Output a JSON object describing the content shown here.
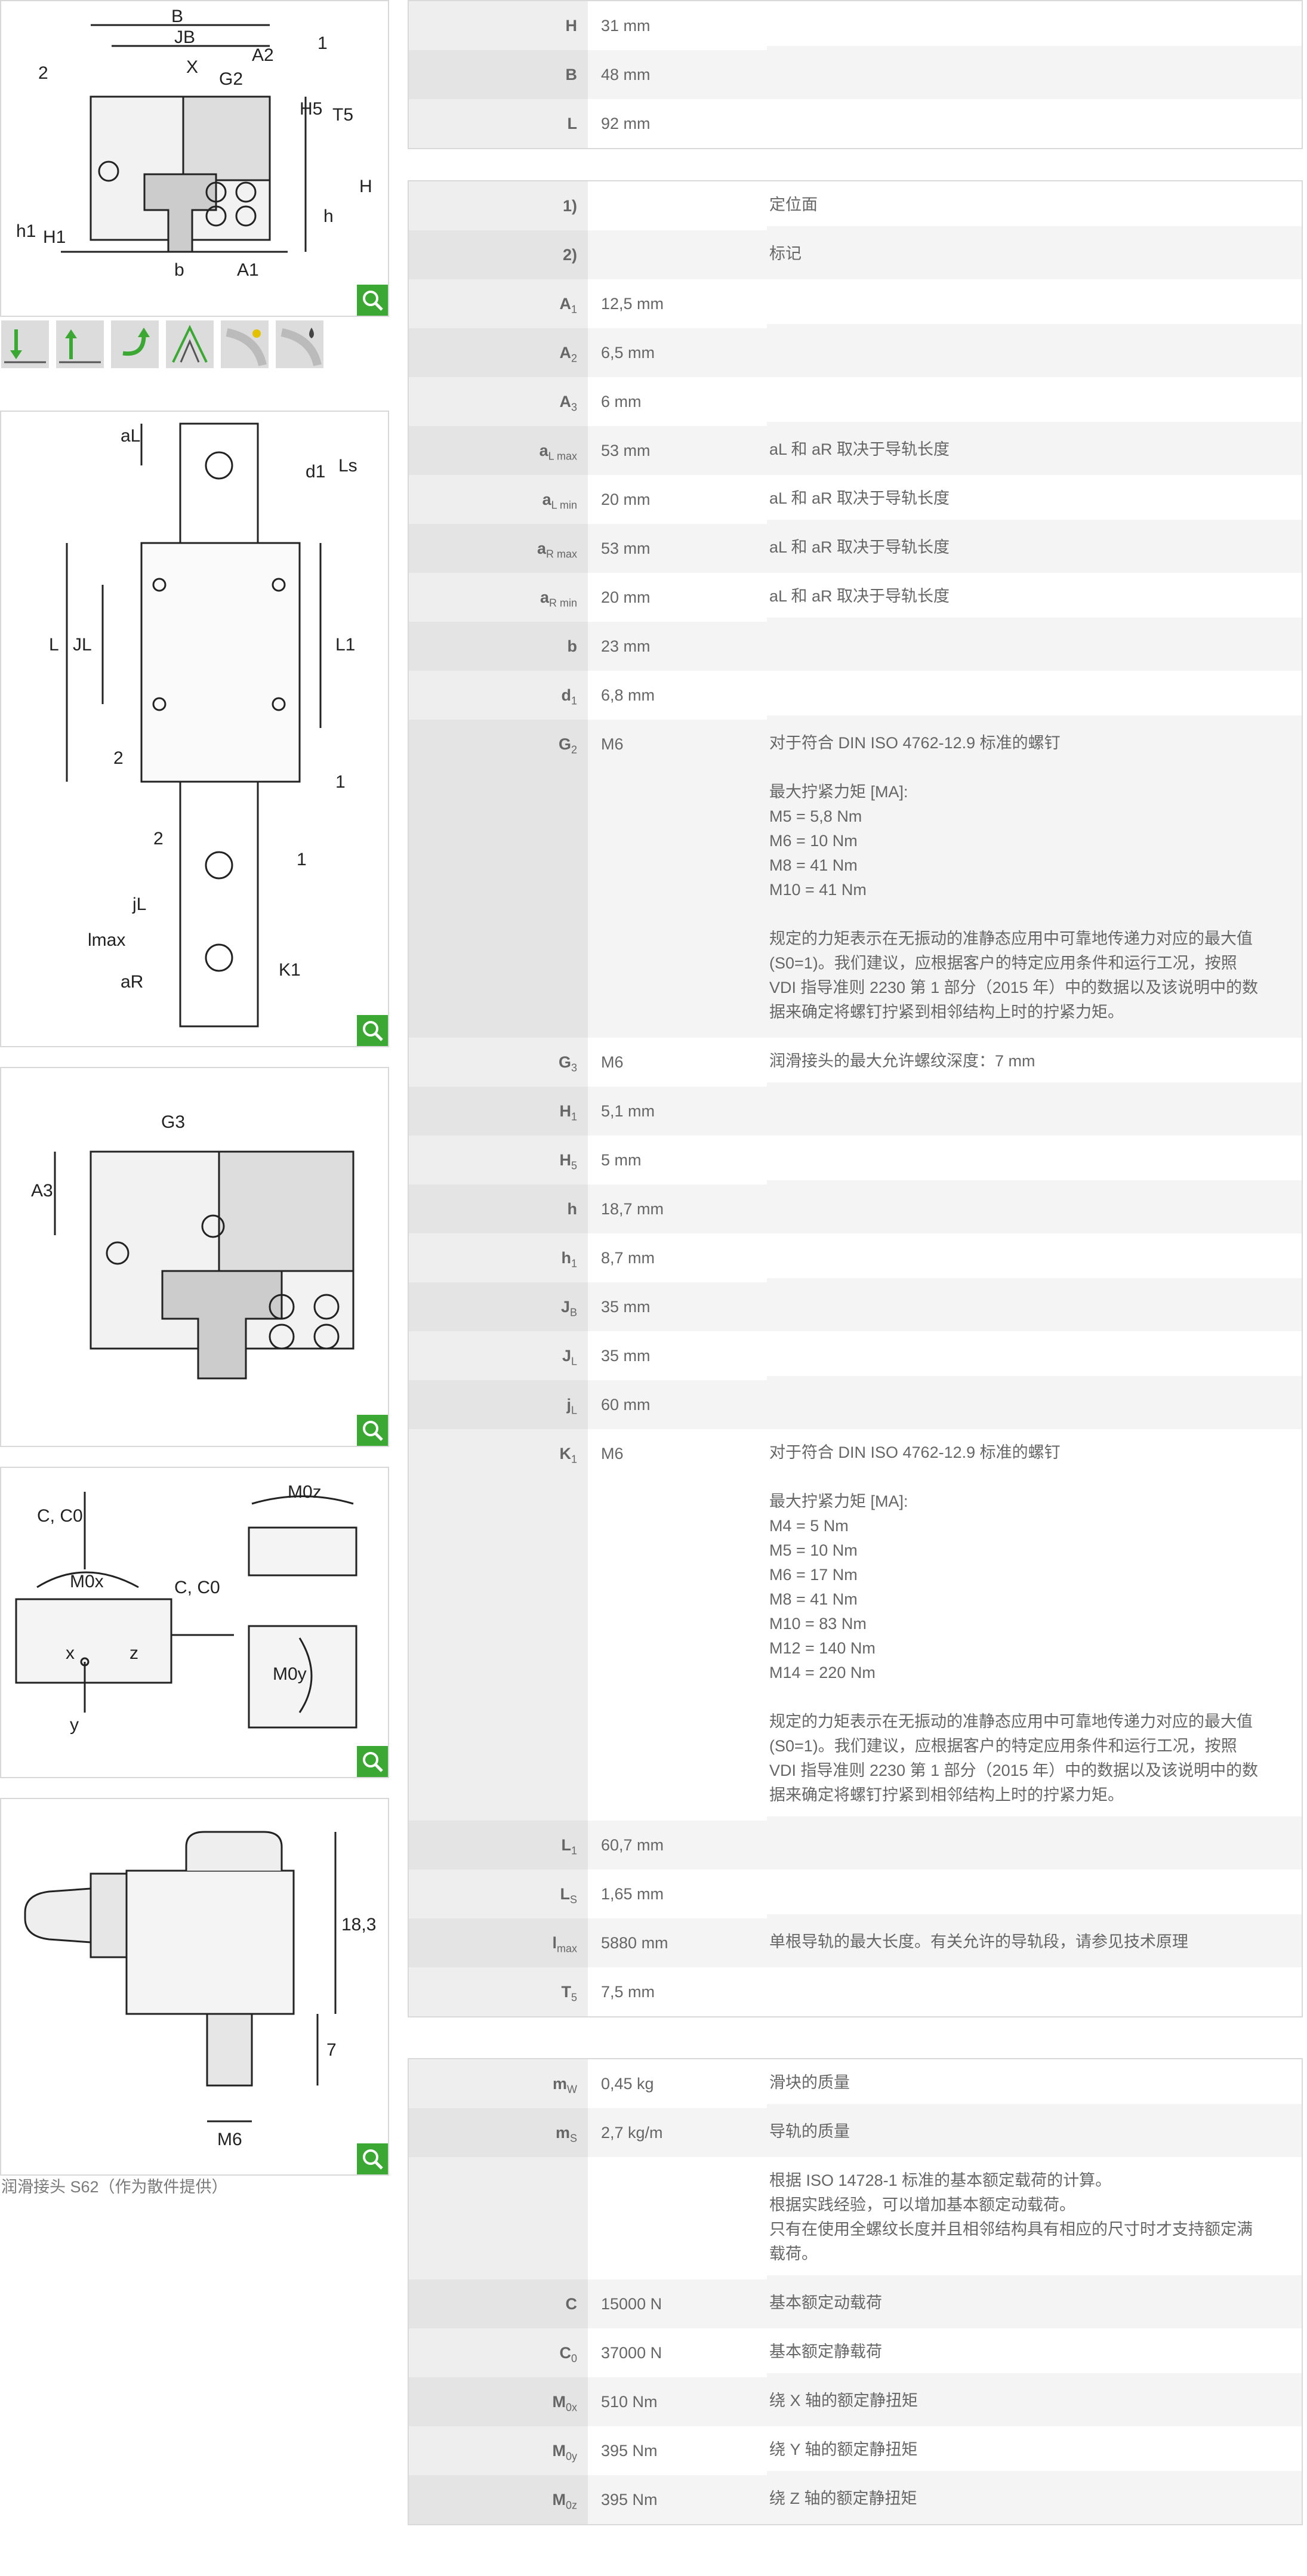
{
  "caption": "润滑接头 S62（作为散件提供）",
  "figures": {
    "f1": {
      "labels": [
        "B",
        "JB",
        "X",
        "G2",
        "A2",
        "1",
        "2",
        "H5",
        "T5",
        "H",
        "h",
        "h1",
        "H1",
        "b",
        "A1"
      ]
    },
    "f2": {
      "labels": [
        "aL",
        "d1",
        "Ls",
        "L",
        "JL",
        "L1",
        "2",
        "1",
        "2",
        "1",
        "jL",
        "lmax",
        "K1",
        "aR"
      ]
    },
    "f3": {
      "labels": [
        "G3",
        "A3"
      ]
    },
    "f4": {
      "labels": [
        "C, C0",
        "M0x",
        "C, C0",
        "M0z",
        "M0y",
        "x",
        "z",
        "y"
      ]
    },
    "f5": {
      "labels": [
        "18,3",
        "7",
        "M6"
      ]
    }
  },
  "icons": [
    "radial-load-down-icon",
    "radial-load-up-icon",
    "moment-load-icon",
    "rigidity-icon",
    "ball-rolling-element-icon",
    "lubrication-icon"
  ],
  "table1": [
    {
      "k": "H",
      "v": "31  mm",
      "d": ""
    },
    {
      "k": "B",
      "v": "48  mm",
      "d": ""
    },
    {
      "k": "L",
      "v": "92  mm",
      "d": ""
    }
  ],
  "table2": [
    {
      "k": "1)",
      "v": "",
      "d": "定位面"
    },
    {
      "k": "2)",
      "v": "",
      "d": "标记"
    },
    {
      "k": "A",
      "s": "1",
      "v": "12,5  mm",
      "d": ""
    },
    {
      "k": "A",
      "s": "2",
      "v": "6,5  mm",
      "d": ""
    },
    {
      "k": "A",
      "s": "3",
      "v": "6  mm",
      "d": ""
    },
    {
      "k": "a",
      "s": "L max",
      "v": "53  mm",
      "d": "aL 和 aR 取决于导轨长度"
    },
    {
      "k": "a",
      "s": "L min",
      "v": "20  mm",
      "d": "aL 和 aR 取决于导轨长度"
    },
    {
      "k": "a",
      "s": "R max",
      "v": "53  mm",
      "d": "aL 和 aR 取决于导轨长度"
    },
    {
      "k": "a",
      "s": "R min",
      "v": "20  mm",
      "d": "aL 和 aR 取决于导轨长度"
    },
    {
      "k": "b",
      "v": "23  mm",
      "d": ""
    },
    {
      "k": "d",
      "s": "1",
      "v": "6,8  mm",
      "d": ""
    },
    {
      "k": "G",
      "s": "2",
      "v": "M6",
      "lines": [
        "对于符合 DIN ISO 4762-12.9 标准的螺钉",
        "",
        "最大拧紧力矩 [MA]:",
        "M5 = 5,8 Nm",
        "M6 = 10 Nm",
        "M8 = 41 Nm",
        "M10 = 41 Nm",
        "",
        "规定的力矩表示在无振动的准静态应用中可靠地传递力对应的最大值",
        "(S0=1)。我们建议，应根据客户的特定应用条件和运行工况，按照",
        "VDI 指导准则 2230 第 1 部分（2015 年）中的数据以及该说明中的数",
        "据来确定将螺钉拧紧到相邻结构上时的拧紧力矩。"
      ]
    },
    {
      "k": "G",
      "s": "3",
      "v": "M6",
      "d": "润滑接头的最大允许螺纹深度：7 mm"
    },
    {
      "k": "H",
      "s": "1",
      "v": "5,1  mm",
      "d": ""
    },
    {
      "k": "H",
      "s": "5",
      "v": "5  mm",
      "d": ""
    },
    {
      "k": "h",
      "v": "18,7  mm",
      "d": ""
    },
    {
      "k": "h",
      "s": "1",
      "v": "8,7  mm",
      "d": ""
    },
    {
      "k": "J",
      "s": "B",
      "v": "35  mm",
      "d": ""
    },
    {
      "k": "J",
      "s": "L",
      "v": "35  mm",
      "d": ""
    },
    {
      "k": "j",
      "s": "L",
      "v": "60  mm",
      "d": ""
    },
    {
      "k": "K",
      "s": "1",
      "v": "M6",
      "lines": [
        "对于符合 DIN ISO 4762-12.9 标准的螺钉",
        "",
        "最大拧紧力矩 [MA]:",
        "M4 = 5 Nm",
        "M5 = 10 Nm",
        "M6 = 17 Nm",
        "M8 = 41 Nm",
        "M10 = 83 Nm",
        "M12 = 140 Nm",
        "M14 = 220 Nm",
        "",
        "规定的力矩表示在无振动的准静态应用中可靠地传递力对应的最大值",
        "(S0=1)。我们建议，应根据客户的特定应用条件和运行工况，按照",
        "VDI 指导准则 2230 第 1 部分（2015 年）中的数据以及该说明中的数",
        "据来确定将螺钉拧紧到相邻结构上时的拧紧力矩。"
      ]
    },
    {
      "k": "L",
      "s": "1",
      "v": "60,7  mm",
      "d": ""
    },
    {
      "k": "L",
      "s": "S",
      "v": "1,65  mm",
      "d": ""
    },
    {
      "k": "l",
      "s": "max",
      "v": "5880  mm",
      "d": "单根导轨的最大长度。有关允许的导轨段，请参见技术原理"
    },
    {
      "k": "T",
      "s": "5",
      "v": "7,5  mm",
      "d": ""
    }
  ],
  "table3": [
    {
      "k": "m",
      "s": "W",
      "v": "0,45  kg",
      "d": "滑块的质量"
    },
    {
      "k": "m",
      "s": "S",
      "v": "2,7  kg/m",
      "d": "导轨的质量"
    },
    {
      "k": "",
      "v": "",
      "lines": [
        "根据 ISO 14728-1 标准的基本额定载荷的计算。",
        "根据实践经验，可以增加基本额定动载荷。",
        "只有在使用全螺纹长度并且相邻结构具有相应的尺寸时才支持额定满",
        "载荷。"
      ]
    },
    {
      "k": "C",
      "v": "15000  N",
      "d": "基本额定动载荷"
    },
    {
      "k": "C",
      "s": "0",
      "v": "37000  N",
      "d": "基本额定静载荷"
    },
    {
      "k": "M",
      "s": "0x",
      "v": "510  Nm",
      "d": "绕 X 轴的额定静扭矩"
    },
    {
      "k": "M",
      "s": "0y",
      "v": "395  Nm",
      "d": "绕 Y 轴的额定静扭矩"
    },
    {
      "k": "M",
      "s": "0z",
      "v": "395  Nm",
      "d": "绕 Z 轴的额定静扭矩"
    }
  ]
}
